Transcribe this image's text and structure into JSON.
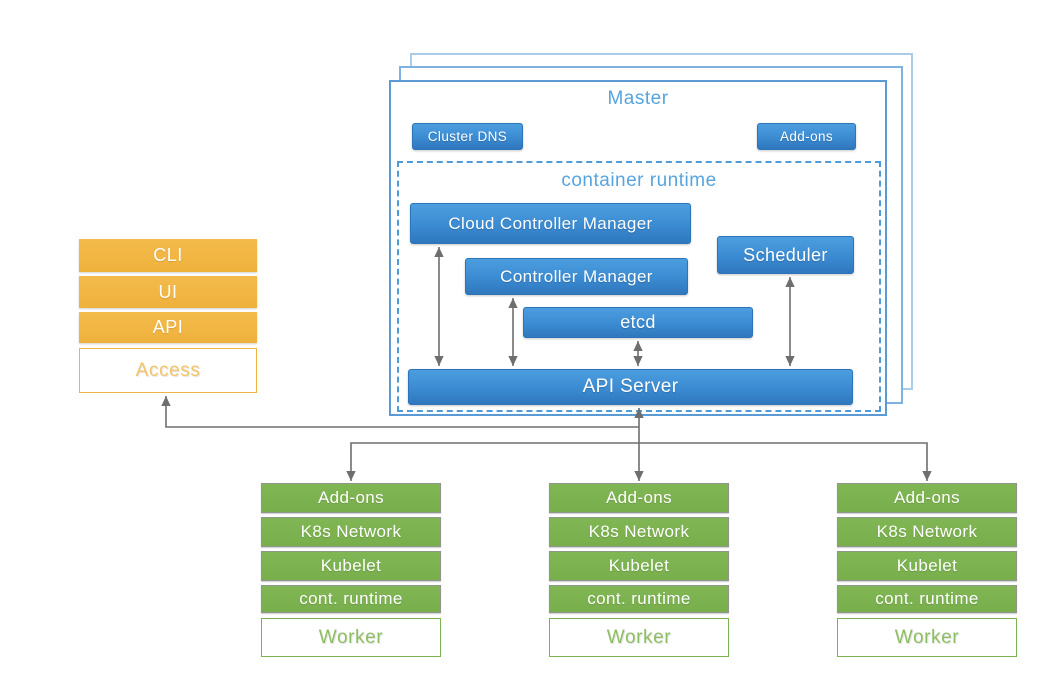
{
  "colors": {
    "blue_box": "#3B8BD2",
    "blue_border": "#5B9BD5",
    "blue_text": "#57A4DE",
    "orange_box": "#EFB441",
    "orange_light_text": "#F3C569",
    "green_box": "#7CB14F",
    "green_light_text": "#8EBE63",
    "arrow_gray": "#6E6E6E"
  },
  "master": {
    "title": "Master",
    "badges": [
      "Cluster DNS",
      "Add-ons"
    ],
    "runtime": {
      "title": "container runtime",
      "components": {
        "cloud_controller_manager": "Cloud Controller Manager",
        "controller_manager": "Controller Manager",
        "scheduler": "Scheduler",
        "etcd": "etcd",
        "api_server": "API Server"
      }
    }
  },
  "access_stack": {
    "items": [
      "CLI",
      "UI",
      "API"
    ],
    "label": "Access"
  },
  "workers": [
    {
      "rows": [
        "Add-ons",
        "K8s Network",
        "Kubelet",
        "cont. runtime"
      ],
      "label": "Worker"
    },
    {
      "rows": [
        "Add-ons",
        "K8s Network",
        "Kubelet",
        "cont. runtime"
      ],
      "label": "Worker"
    },
    {
      "rows": [
        "Add-ons",
        "K8s Network",
        "Kubelet",
        "cont. runtime"
      ],
      "label": "Worker"
    }
  ]
}
